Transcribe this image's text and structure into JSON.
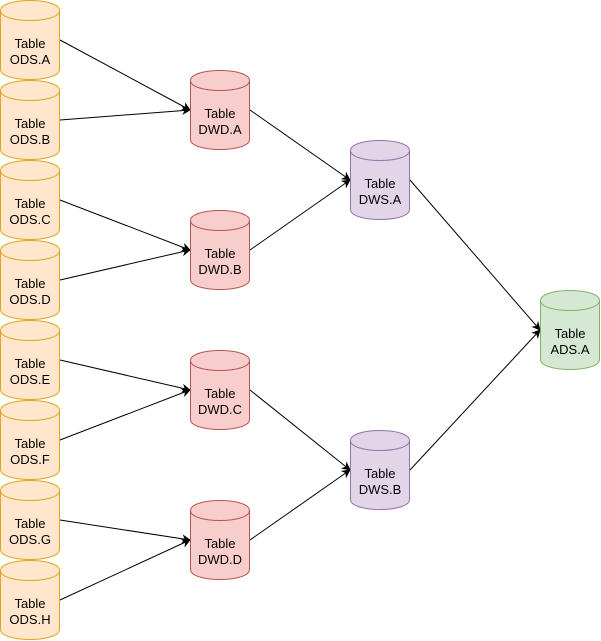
{
  "nodes": [
    {
      "id": "ods-a",
      "line1": "Table",
      "line2": "ODS.A",
      "layer": "ods"
    },
    {
      "id": "ods-b",
      "line1": "Table",
      "line2": "ODS.B",
      "layer": "ods"
    },
    {
      "id": "ods-c",
      "line1": "Table",
      "line2": "ODS.C",
      "layer": "ods"
    },
    {
      "id": "ods-d",
      "line1": "Table",
      "line2": "ODS.D",
      "layer": "ods"
    },
    {
      "id": "ods-e",
      "line1": "Table",
      "line2": "ODS.E",
      "layer": "ods"
    },
    {
      "id": "ods-f",
      "line1": "Table",
      "line2": "ODS.F",
      "layer": "ods"
    },
    {
      "id": "ods-g",
      "line1": "Table",
      "line2": "ODS.G",
      "layer": "ods"
    },
    {
      "id": "ods-h",
      "line1": "Table",
      "line2": "ODS.H",
      "layer": "ods"
    },
    {
      "id": "dwd-a",
      "line1": "Table",
      "line2": "DWD.A",
      "layer": "dwd"
    },
    {
      "id": "dwd-b",
      "line1": "Table",
      "line2": "DWD.B",
      "layer": "dwd"
    },
    {
      "id": "dwd-c",
      "line1": "Table",
      "line2": "DWD.C",
      "layer": "dwd"
    },
    {
      "id": "dwd-d",
      "line1": "Table",
      "line2": "DWD.D",
      "layer": "dwd"
    },
    {
      "id": "dws-a",
      "line1": "Table",
      "line2": "DWS.A",
      "layer": "dws"
    },
    {
      "id": "dws-b",
      "line1": "Table",
      "line2": "DWS.B",
      "layer": "dws"
    },
    {
      "id": "ads-a",
      "line1": "Table",
      "line2": "ADS.A",
      "layer": "ads"
    }
  ],
  "edges": [
    {
      "from": "ods-a",
      "to": "dwd-a"
    },
    {
      "from": "ods-b",
      "to": "dwd-a"
    },
    {
      "from": "ods-c",
      "to": "dwd-b"
    },
    {
      "from": "ods-d",
      "to": "dwd-b"
    },
    {
      "from": "ods-e",
      "to": "dwd-c"
    },
    {
      "from": "ods-f",
      "to": "dwd-c"
    },
    {
      "from": "ods-g",
      "to": "dwd-d"
    },
    {
      "from": "ods-h",
      "to": "dwd-d"
    },
    {
      "from": "dwd-a",
      "to": "dws-a"
    },
    {
      "from": "dwd-b",
      "to": "dws-a"
    },
    {
      "from": "dwd-c",
      "to": "dws-b"
    },
    {
      "from": "dwd-d",
      "to": "dws-b"
    },
    {
      "from": "dws-a",
      "to": "ads-a"
    },
    {
      "from": "dws-b",
      "to": "ads-a"
    }
  ],
  "colors": {
    "ods": {
      "fill": "#ffe6cc",
      "stroke": "#e3a61a"
    },
    "dwd": {
      "fill": "#f8cecc",
      "stroke": "#b85450"
    },
    "dws": {
      "fill": "#e1d5e7",
      "stroke": "#9673a6"
    },
    "ads": {
      "fill": "#d5e8d4",
      "stroke": "#82b366"
    },
    "edge": "#000000"
  }
}
